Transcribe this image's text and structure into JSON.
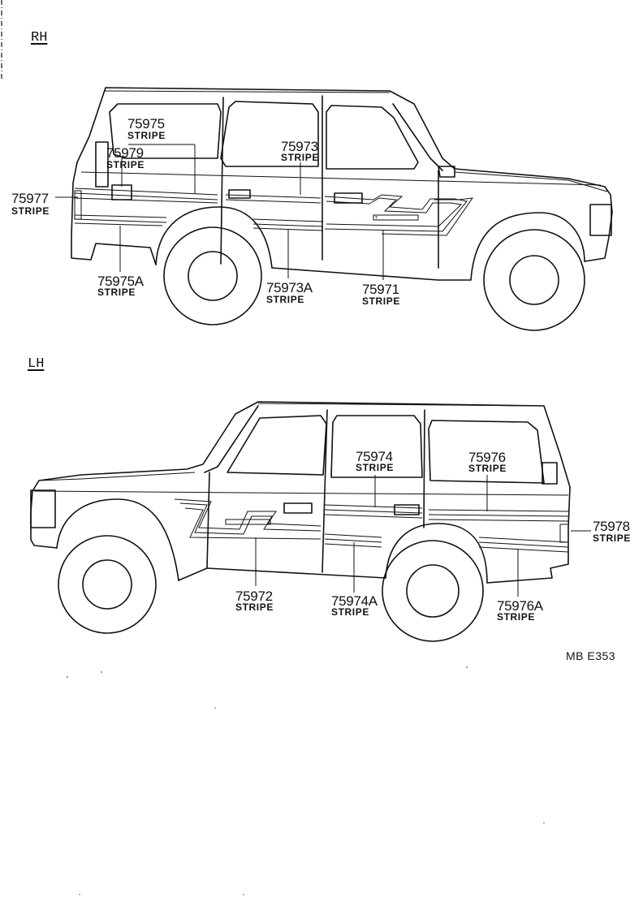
{
  "rh": {
    "section_label": "RH",
    "parts": {
      "p75975": {
        "number": "75975",
        "name": "STRIPE"
      },
      "p75979": {
        "number": "75979",
        "name": "STRIPE"
      },
      "p75973": {
        "number": "75973",
        "name": "STRIPE"
      },
      "p75977": {
        "number": "75977",
        "name": "STRIPE"
      },
      "p75975A": {
        "number": "75975A",
        "name": "STRIPE"
      },
      "p75973A": {
        "number": "75973A",
        "name": "STRIPE"
      },
      "p75971": {
        "number": "75971",
        "name": "STRIPE"
      }
    }
  },
  "lh": {
    "section_label": "LH",
    "parts": {
      "p75974": {
        "number": "75974",
        "name": "STRIPE"
      },
      "p75976": {
        "number": "75976",
        "name": "STRIPE"
      },
      "p75978": {
        "number": "75978",
        "name": "STRIPE"
      },
      "p75972": {
        "number": "75972",
        "name": "STRIPE"
      },
      "p75974A": {
        "number": "75974A",
        "name": "STRIPE"
      },
      "p75976A": {
        "number": "75976A",
        "name": "STRIPE"
      }
    }
  },
  "footer": {
    "code": "MB  E353"
  }
}
